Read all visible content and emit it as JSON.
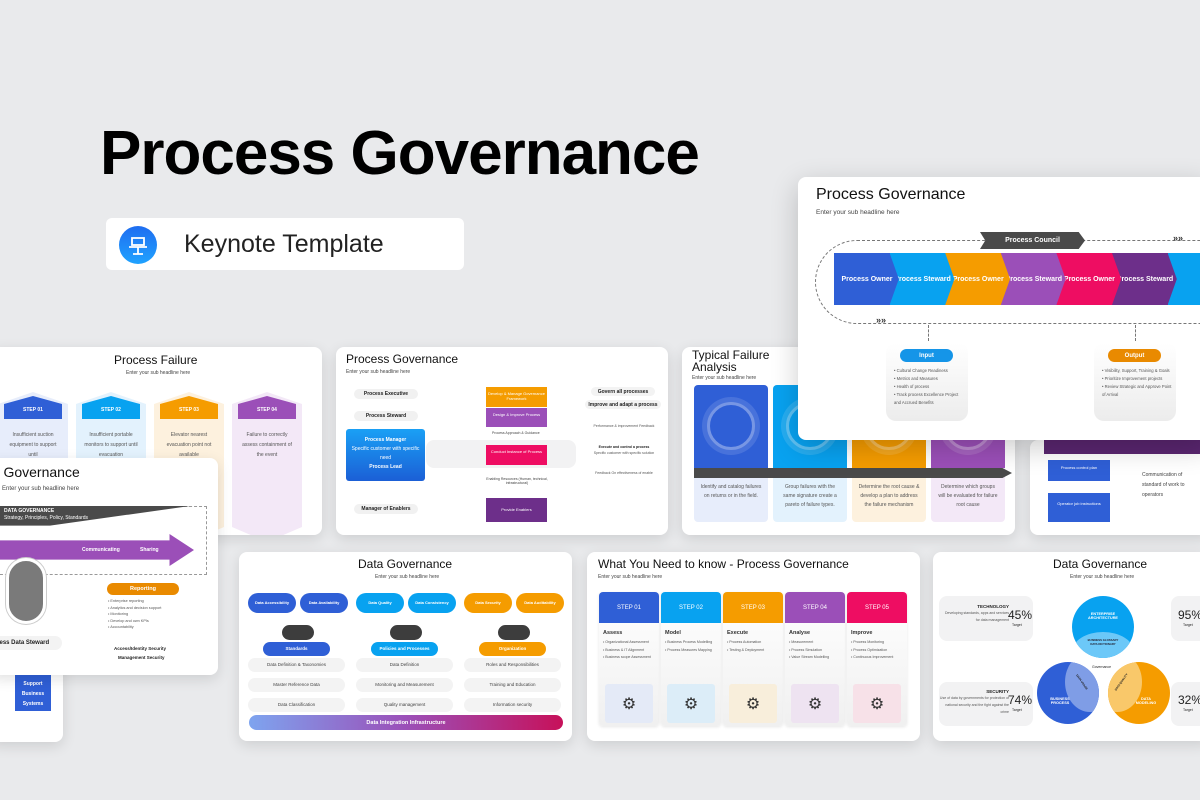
{
  "hero": {
    "title": "Process Governance",
    "badge_label": "Keynote Template",
    "badge_icon": "keynote-icon"
  },
  "colors": {
    "blue": "#2f5fd6",
    "sky": "#08a2f0",
    "orange": "#f59c00",
    "purple": "#9b4fb8",
    "pink": "#ee0d62",
    "plum": "#6d2f8a",
    "dark": "#4a4a4a"
  },
  "slide_failure": {
    "title": "Process Failure",
    "sub": "Enter your sub headline here",
    "steps": [
      {
        "label": "STEP 01",
        "text": "Insufficient suction equipment to support until"
      },
      {
        "label": "STEP 02",
        "text": "Insufficient portable monitors to support until evacuation"
      },
      {
        "label": "STEP 03",
        "text": "Elevator nearest evacuation point not available"
      },
      {
        "label": "STEP 04",
        "text": "Failure to correctly assess containment of the event"
      }
    ]
  },
  "slide_flow": {
    "title": "Process Governance",
    "sub": "Enter your sub headline here",
    "left": [
      "Process Executive",
      "Process Steward",
      "Manager of Enablers"
    ],
    "manager": {
      "title": "Process Manager",
      "text": "Specific customer with specific need",
      "lead": "Process Lead"
    },
    "mid": [
      "Develop & Manage Governance Framework",
      "Design & Improve Process",
      "Conduct Instance of Process",
      "Provide Enablers"
    ],
    "mid_notes": [
      "Process Approach & Guidance",
      "Enabling Resources (Human, technical, infrastructural)"
    ],
    "right": [
      "Govern all processes",
      "Improve and adapt a process",
      "Performance & improvement Feedback",
      "Execute and control a process",
      "Specific customer with specific solution",
      "Feedback On effectiveness of enable"
    ]
  },
  "slide_analysis": {
    "title": "Typical Failure Analysis",
    "sub": "Enter your sub headline here",
    "cols": [
      "Identify and catalog failures on returns or in the field.",
      "Group failures with the same signature create a pareto of failure types.",
      "Determine the root cause & develop a plan to address the failure mechanism",
      "Determine which groups will be evaluated for failure root cause"
    ]
  },
  "slide_partial_right": {
    "boxes": [
      "Process control plan",
      "Operator job instructions"
    ],
    "text": "Communication of standard of work to operators"
  },
  "slide_partial_left": {
    "box": "Support Business Systems"
  },
  "slide_datagov_front": {
    "title": "Data Governance",
    "sub": "Enter your sub headline here",
    "banner": "DATA GOVERNANCE",
    "banner_sub": "Strategy, Principles, Policy, Standards",
    "arrow_items": [
      "Communicating",
      "Sharing"
    ],
    "steward": "Business Data Steward",
    "reporting": "Reporting",
    "report_items": [
      "Enterprise reporting",
      "Analytics and decision support",
      "Monitoring",
      "Develop and own KPIs",
      "Accountability"
    ],
    "security": "Access/Identity  Security",
    "security2": "Management Security"
  },
  "slide_datagov": {
    "title": "Data Governance",
    "sub": "Enter your sub headline here",
    "groups": [
      {
        "tops": [
          "Data Accessibility",
          "Data Availability"
        ],
        "name": "Standards",
        "items": [
          "Data Definition & Taxonomies",
          "Master Reference Data",
          "Data Classification"
        ]
      },
      {
        "tops": [
          "Data Quality",
          "Data Consistency"
        ],
        "name": "Policies and Processes",
        "items": [
          "Data Definition",
          "Monitoring and Measurement",
          "Quality management"
        ]
      },
      {
        "tops": [
          "Data Security",
          "Data Auditability"
        ],
        "name": "Organization",
        "items": [
          "Roles and Responsibilities",
          "Training and Education",
          "Information security"
        ]
      }
    ],
    "footer": "Data Integration Infrastructure"
  },
  "slide_steps": {
    "title": "What You Need to know - Process Governance",
    "sub": "Enter your sub headline here",
    "steps": [
      {
        "label": "STEP 01",
        "head": "Assess",
        "items": [
          "Organizational Assessment",
          "Business & IT Alignment",
          "Business scope Assessment"
        ],
        "icon": "document-search-icon"
      },
      {
        "label": "STEP 02",
        "head": "Model",
        "items": [
          "Business Process Modelling",
          "Process Measures Mapping"
        ],
        "icon": "flowchart-icon"
      },
      {
        "label": "STEP 03",
        "head": "Execute",
        "items": [
          "Process Automation",
          "Testing & Deployment"
        ],
        "icon": "gear-check-icon"
      },
      {
        "label": "STEP 04",
        "head": "Analyse",
        "items": [
          "Measurement",
          "Process Simulation",
          "Value Stream Modelling"
        ],
        "icon": "analysis-chart-icon"
      },
      {
        "label": "STEP 05",
        "head": "Improve",
        "items": [
          "Process Monitoring",
          "Process Optimization",
          "Continuous Improvement"
        ],
        "icon": "target-gear-icon"
      }
    ]
  },
  "slide_venn": {
    "title": "Data Governance",
    "sub": "Enter your sub headline here",
    "stats": [
      {
        "head": "TECHNOLOGY",
        "text": "Developing standards, apps and services for data management",
        "value": "45%",
        "label": "Target"
      },
      {
        "head": "SECURITY",
        "text": "Use of data by governments for protection of national security and the fight against the crime",
        "value": "74%",
        "label": "Target"
      },
      {
        "value": "95%",
        "label": "Target"
      },
      {
        "value": "32%",
        "label": "Target"
      }
    ],
    "circles": [
      "ENTERPRISE ARCHITECTURE",
      "BUSINESS PROCESS",
      "DATA MODELING"
    ],
    "overlaps": [
      "BUSINESS GLOSSARY DATA DICTIONARY",
      "DATA USAGE",
      "DATA QUALITY"
    ],
    "center": "Governance"
  },
  "slide_front": {
    "title": "Process Governance",
    "sub": "Enter your sub headline here",
    "council": "Process Council",
    "chevrons": [
      "Process Owner",
      "Process Steward",
      "Process Owner",
      "Process Steward",
      "Process Owner",
      "Process Steward"
    ],
    "input": {
      "label": "Input",
      "items": [
        "Cultural Change Readiness",
        "Metrics and Measures",
        "Health of process",
        "Track process Excellence Project and Accrued Benefits"
      ]
    },
    "output": {
      "label": "Output",
      "items": [
        "Visibility, Support, Training & Goals",
        "Prioritize Improvement projects",
        "Review Strategic and Approve Point of Arrival"
      ]
    }
  }
}
